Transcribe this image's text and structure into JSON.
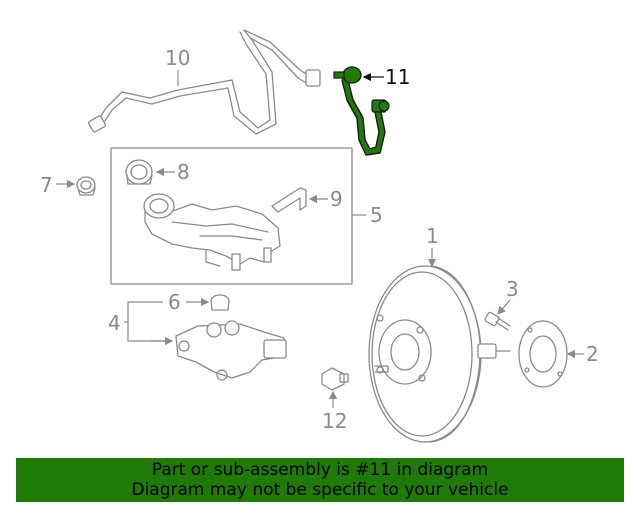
{
  "callouts": {
    "c1": "1",
    "c2": "2",
    "c3": "3",
    "c4": "4",
    "c5": "5",
    "c6": "6",
    "c7": "7",
    "c8": "8",
    "c9": "9",
    "c10": "10",
    "c11": "11",
    "c12": "12"
  },
  "highlight_color": "#1f7a08",
  "banner": {
    "line1": "Part or sub-assembly is #11 in diagram",
    "line2": "Diagram may not be specific to your vehicle"
  }
}
